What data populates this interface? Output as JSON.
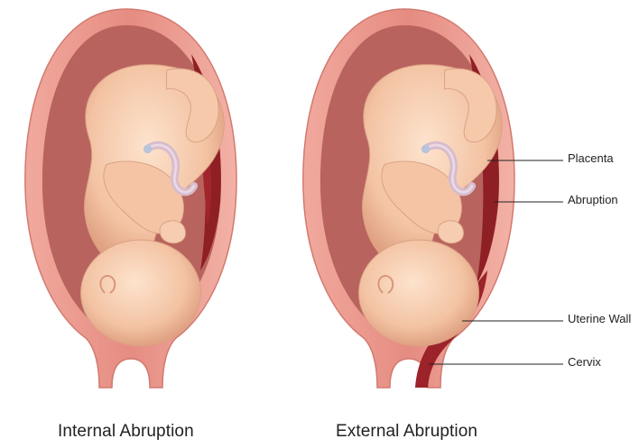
{
  "captions": {
    "internal": "Internal Abruption",
    "external": "External Abruption"
  },
  "labels": {
    "placenta": "Placenta",
    "abruption": "Abruption",
    "uterine_wall": "Uterine Wall",
    "cervix": "Cervix"
  },
  "colors": {
    "uterus_outer": "#e8958a",
    "uterus_inner": "#c86e66",
    "cavity": "#b95f5b",
    "placenta": "#8e1f25",
    "fetus_skin": "#f7cdb0",
    "fetus_shadow": "#e8ad8b",
    "cord": "#d3b7c9",
    "line": "#222222"
  }
}
